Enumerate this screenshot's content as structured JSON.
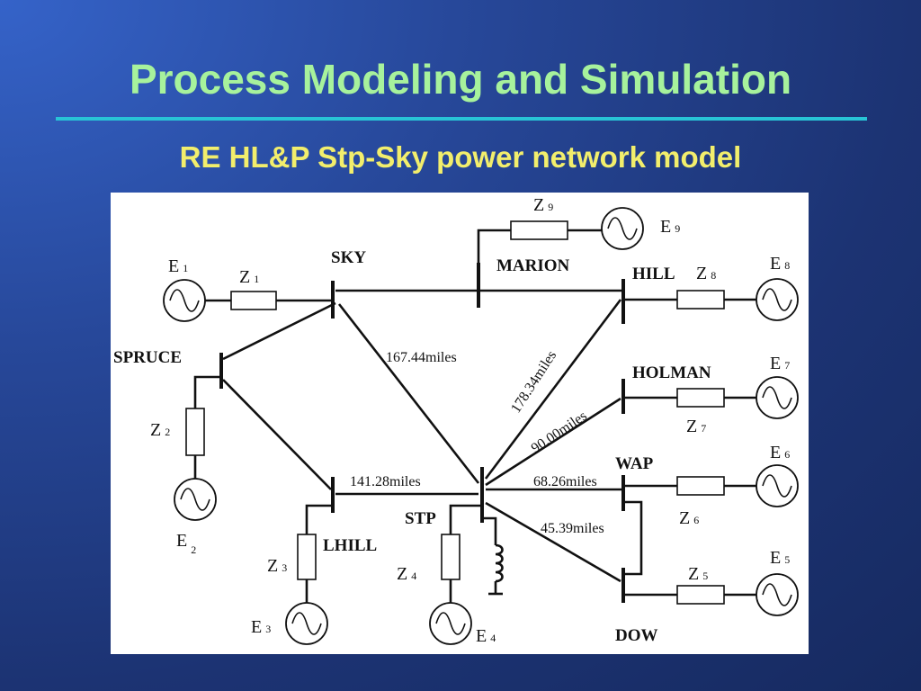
{
  "slide": {
    "title": "Process Modeling and Simulation",
    "subtitle": "RE HL&P Stp-Sky power network model"
  },
  "buses": {
    "sky": "SKY",
    "marion": "MARION",
    "hill": "HILL",
    "spruce": "SPRUCE",
    "holman": "HOLMAN",
    "wap": "WAP",
    "stp": "STP",
    "lhill": "LHILL",
    "dow": "DOW"
  },
  "lines": {
    "sky_stp": "167.44miles",
    "stp_hill": "178.34miles",
    "stp_holman": "90.00miles",
    "lhill_stp": "141.28miles",
    "stp_wap": "68.26miles",
    "stp_dow": "45.39miles"
  },
  "impedances": [
    {
      "id": "z1",
      "letter": "Z",
      "sub": "1"
    },
    {
      "id": "z2",
      "letter": "Z",
      "sub": "2"
    },
    {
      "id": "z3",
      "letter": "Z",
      "sub": "3"
    },
    {
      "id": "z4",
      "letter": "Z",
      "sub": "4"
    },
    {
      "id": "z5",
      "letter": "Z",
      "sub": "5"
    },
    {
      "id": "z6",
      "letter": "Z",
      "sub": "6"
    },
    {
      "id": "z7",
      "letter": "Z",
      "sub": "7"
    },
    {
      "id": "z8",
      "letter": "Z",
      "sub": "8"
    },
    {
      "id": "z9",
      "letter": "Z",
      "sub": "9"
    }
  ],
  "generators": [
    {
      "id": "e1",
      "letter": "E",
      "sub": "1"
    },
    {
      "id": "e2",
      "letter": "E",
      "sub": "2"
    },
    {
      "id": "e3",
      "letter": "E",
      "sub": "3"
    },
    {
      "id": "e4",
      "letter": "E",
      "sub": "4"
    },
    {
      "id": "e5",
      "letter": "E",
      "sub": "5"
    },
    {
      "id": "e6",
      "letter": "E",
      "sub": "6"
    },
    {
      "id": "e7",
      "letter": "E",
      "sub": "7"
    },
    {
      "id": "e8",
      "letter": "E",
      "sub": "8"
    },
    {
      "id": "e9",
      "letter": "E",
      "sub": "9"
    }
  ]
}
